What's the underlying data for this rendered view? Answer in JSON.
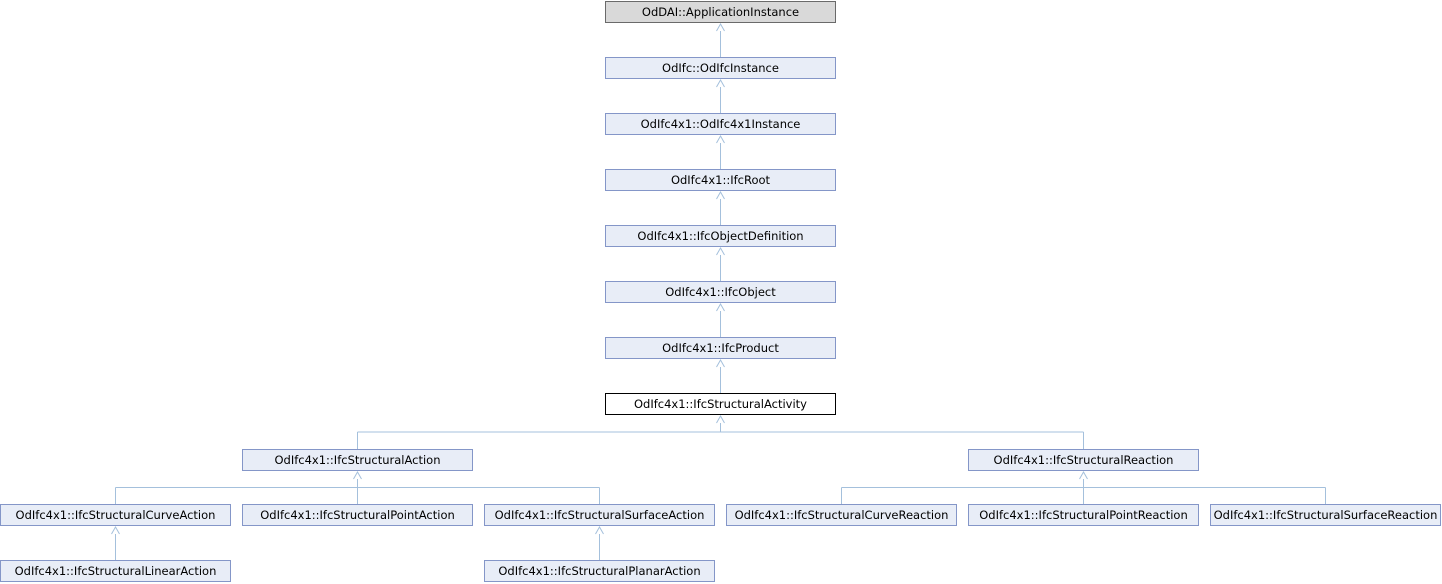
{
  "diagram": {
    "nodes": [
      {
        "id": "n0",
        "label": "OdDAI::ApplicationInstance",
        "kind": "root"
      },
      {
        "id": "n1",
        "label": "OdIfc::OdIfcInstance",
        "kind": "class"
      },
      {
        "id": "n2",
        "label": "OdIfc4x1::OdIfc4x1Instance",
        "kind": "class"
      },
      {
        "id": "n3",
        "label": "OdIfc4x1::IfcRoot",
        "kind": "class"
      },
      {
        "id": "n4",
        "label": "OdIfc4x1::IfcObjectDefinition",
        "kind": "class"
      },
      {
        "id": "n5",
        "label": "OdIfc4x1::IfcObject",
        "kind": "class"
      },
      {
        "id": "n6",
        "label": "OdIfc4x1::IfcProduct",
        "kind": "class"
      },
      {
        "id": "n7",
        "label": "OdIfc4x1::IfcStructuralActivity",
        "kind": "current"
      },
      {
        "id": "n8",
        "label": "OdIfc4x1::IfcStructuralAction",
        "kind": "class"
      },
      {
        "id": "n9",
        "label": "OdIfc4x1::IfcStructuralReaction",
        "kind": "class"
      },
      {
        "id": "n10",
        "label": "OdIfc4x1::IfcStructuralCurveAction",
        "kind": "class"
      },
      {
        "id": "n11",
        "label": "OdIfc4x1::IfcStructuralPointAction",
        "kind": "class"
      },
      {
        "id": "n12",
        "label": "OdIfc4x1::IfcStructuralSurfaceAction",
        "kind": "class"
      },
      {
        "id": "n13",
        "label": "OdIfc4x1::IfcStructuralCurveReaction",
        "kind": "class"
      },
      {
        "id": "n14",
        "label": "OdIfc4x1::IfcStructuralPointReaction",
        "kind": "class"
      },
      {
        "id": "n15",
        "label": "OdIfc4x1::IfcStructuralSurfaceReaction",
        "kind": "class"
      },
      {
        "id": "n16",
        "label": "OdIfc4x1::IfcStructuralLinearAction",
        "kind": "class"
      },
      {
        "id": "n17",
        "label": "OdIfc4x1::IfcStructuralPlanarAction",
        "kind": "class"
      }
    ],
    "edges": [
      {
        "from": "n1",
        "to": "n0"
      },
      {
        "from": "n2",
        "to": "n1"
      },
      {
        "from": "n3",
        "to": "n2"
      },
      {
        "from": "n4",
        "to": "n3"
      },
      {
        "from": "n5",
        "to": "n4"
      },
      {
        "from": "n6",
        "to": "n5"
      },
      {
        "from": "n7",
        "to": "n6"
      },
      {
        "from": "n8",
        "to": "n7"
      },
      {
        "from": "n9",
        "to": "n7"
      },
      {
        "from": "n10",
        "to": "n8"
      },
      {
        "from": "n11",
        "to": "n8"
      },
      {
        "from": "n12",
        "to": "n8"
      },
      {
        "from": "n13",
        "to": "n9"
      },
      {
        "from": "n14",
        "to": "n9"
      },
      {
        "from": "n15",
        "to": "n9"
      },
      {
        "from": "n16",
        "to": "n10"
      },
      {
        "from": "n17",
        "to": "n12"
      }
    ],
    "colors": {
      "node_fill": "#e8edf7",
      "node_border": "#8496c8",
      "root_fill": "#d9d9d9",
      "current_fill": "#ffffff",
      "edge": "#a4c0dc"
    }
  }
}
